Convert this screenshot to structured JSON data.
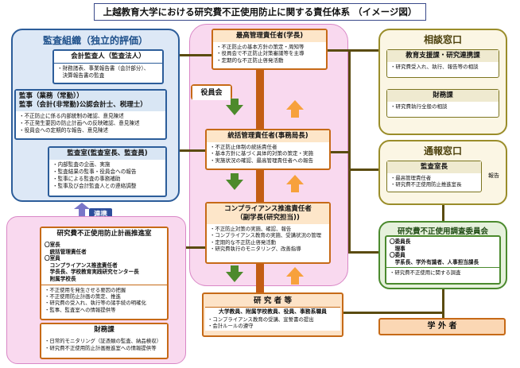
{
  "title": "上越教育大学における研究費不正使用防止に関する責任体系 （イメージ図）",
  "audit": {
    "title": "監査組織（独立的評価）",
    "auditor": {
      "name": "会計監査人（監査法人）",
      "notes": [
        "・財務諸表、事業報告書（会計部分）、",
        "　決算報告書の監査"
      ]
    },
    "officer": {
      "name1": "監事（業務（常勤））",
      "name2": "監事（会計(非常勤)公認会計士、税理士）",
      "notes": [
        "・不正防止に係る内部統制の確認、意見陳述",
        "・不正発生要因の防止計画への反映確認、意見陳述",
        "・役員会への定期的な報告、意見陳述"
      ]
    },
    "office": {
      "name": "監査室(監査室長、監査員)",
      "notes": [
        "・内部監査の企画、実施",
        "・監査結果の監事・役員会への報告",
        "・監事による監査の事務補助",
        "・監事及び会計監査人との連絡調整"
      ]
    }
  },
  "renkei": "連携",
  "plan": {
    "name": "研究費不正使用防止計画推進室",
    "members": [
      "〇室長",
      "　統括管理責任者",
      "〇室員",
      "　コンプライアンス推進責任者",
      "　学長長、学校教育実践研究センター長",
      "　附属学校長"
    ],
    "notes": [
      "・不正使用を発生させる要因の把握",
      "・不正使用防止計画の策定、推進",
      "・研究費の受入れ、執行等の諸手続の明確化",
      "・監事、監査室への情報提供等"
    ]
  },
  "finance_left": {
    "name": "財務課",
    "notes": [
      "・日常的モニタリング（証憑類の監査、納品検収）",
      "・研究費不正使用防止計画推進室への情報提供等"
    ]
  },
  "board": "役員会",
  "top": {
    "name": "最高管理責任者(学長)",
    "notes": [
      "・不正防止の基本方針の策定・周知等",
      "・役員会で不正防止対策審議等を主導",
      "・定期的な不正防止啓発活動"
    ]
  },
  "general": {
    "name": "統括管理責任者(事務局長)",
    "notes": [
      "・不正防止体制の統括責任者",
      "・基本方針に基づく具体的対策の策定・実施",
      "・実施状況の確認、最高管理責任者への報告"
    ]
  },
  "compliance": {
    "name1": "コンプライアンス推進責任者",
    "name2": "（副学長(研究担当))",
    "notes": [
      "・不正防止対策の実施、確認、報告",
      "・コンプライアンス教育の実施、受講状況の管理",
      "・定期的な不正防止啓発活動",
      "・研究費執行のモニタリング、改善指導"
    ]
  },
  "researchers": {
    "name": "研 究 者 等",
    "sub": "大学教員、附属学校教員、役員、事務系職員",
    "notes": [
      "・コンプライアンス教育の受講、宣誓書の提出",
      "・会計ルールの遵守"
    ]
  },
  "consult": {
    "title": "相談窓口",
    "box1": {
      "name": "教育支援課・研究連携課",
      "notes": [
        "・研究費受入れ、執行、報告等の相談"
      ]
    },
    "box2": {
      "name": "財務課",
      "notes": [
        "・研究費執行全般の相談"
      ]
    }
  },
  "report": {
    "title": "通報窓口",
    "box": {
      "name": "監査室長",
      "notes": [
        "・最高管理責任者",
        "・研究費不正使用防止推進室長"
      ]
    },
    "side": "報告"
  },
  "committee": {
    "title": "研究費不正使用調査委員会",
    "members": [
      "〇委員長",
      "　理事",
      "〇委員",
      "　学系長、学外有識者、人事担当課長"
    ],
    "notes": [
      "・研究費不正使用に関する調査"
    ]
  },
  "outsider": "学 外 者"
}
